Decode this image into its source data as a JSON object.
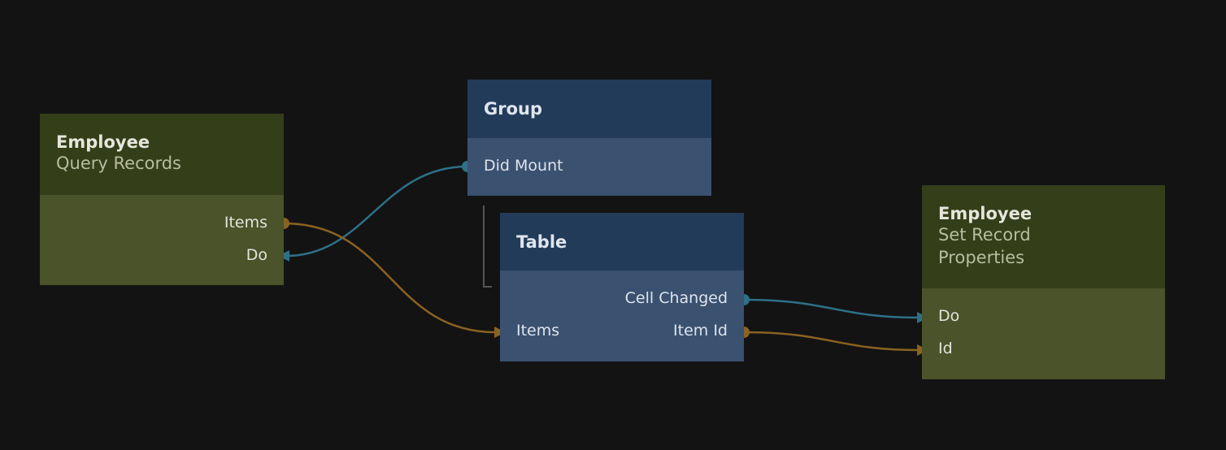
{
  "nodes": {
    "query": {
      "title": "Employee",
      "subtitle": "Query Records",
      "ports": [
        "Items",
        "Do"
      ]
    },
    "group": {
      "title": "Group",
      "ports": [
        "Did Mount"
      ]
    },
    "table": {
      "title": "Table",
      "ports": [
        "Cell Changed",
        "Items",
        "Item Id"
      ]
    },
    "set": {
      "title": "Employee",
      "subtitle_1": "Set Record",
      "subtitle_2": "Properties",
      "ports": [
        "Do",
        "Id"
      ]
    }
  },
  "colors": {
    "signal": "#2e7088",
    "data": "#8a6221",
    "green_header": "#343f1a",
    "green_body": "#4a5329",
    "blue_header": "#223b58",
    "blue_body": "#3a5170"
  }
}
